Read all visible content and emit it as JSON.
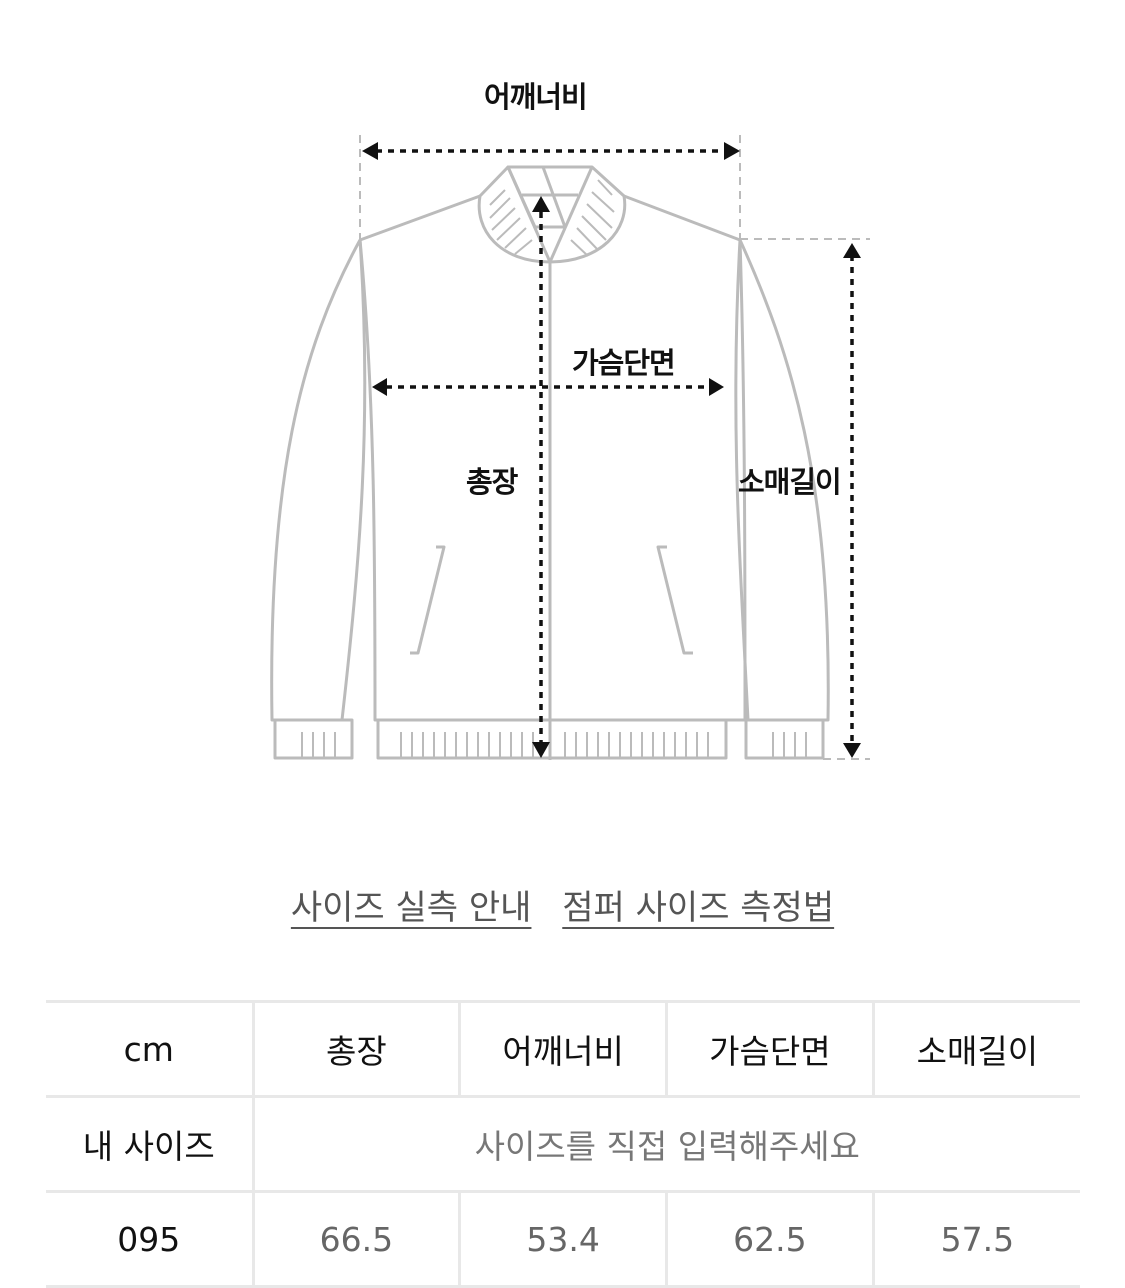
{
  "diagram": {
    "labels": {
      "shoulder": "어깨너비",
      "chest": "가슴단면",
      "total_length": "총장",
      "sleeve": "소매길이"
    },
    "colors": {
      "outline": "#bbbbbb",
      "measure": "#111111"
    }
  },
  "links": [
    {
      "label": "사이즈 실측 안내"
    },
    {
      "label": "점퍼 사이즈 측정법"
    }
  ],
  "table": {
    "unit": "cm",
    "headers": [
      "총장",
      "어깨너비",
      "가슴단면",
      "소매길이"
    ],
    "my_size": {
      "label": "내 사이즈",
      "placeholder": "사이즈를 직접 입력해주세요"
    },
    "rows": [
      {
        "size": "095",
        "values": [
          "66.5",
          "53.4",
          "62.5",
          "57.5"
        ]
      }
    ]
  }
}
